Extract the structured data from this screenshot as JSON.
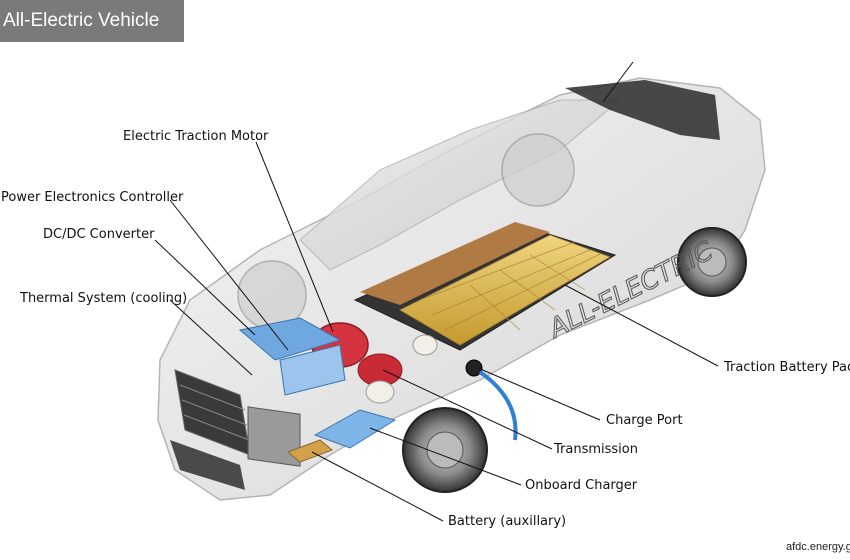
{
  "title": "All-Electric Vehicle",
  "side_lettering": "ALL-ELECTRIC",
  "credit": "afdc.energy.g",
  "labels": {
    "traction_motor": "Electric Traction Motor",
    "power_electronics": "Power Electronics Controller",
    "dcdc": "DC/DC Converter",
    "thermal": "Thermal System (cooling)",
    "battery_pack": "Traction Battery Pack",
    "charge_port": "Charge Port",
    "transmission": "Transmission",
    "onboard_charger": "Onboard Charger",
    "aux_battery": "Battery (auxillary)"
  },
  "colors": {
    "title_bg": "#7a7a7a",
    "battery_cells": "#d9b54a",
    "battery_modules": "#b07a45",
    "motor": "#d63340",
    "power_electronics": "#6fa8e0",
    "charge_cable": "#2f7fd6",
    "aux_battery": "#d4a04a"
  }
}
